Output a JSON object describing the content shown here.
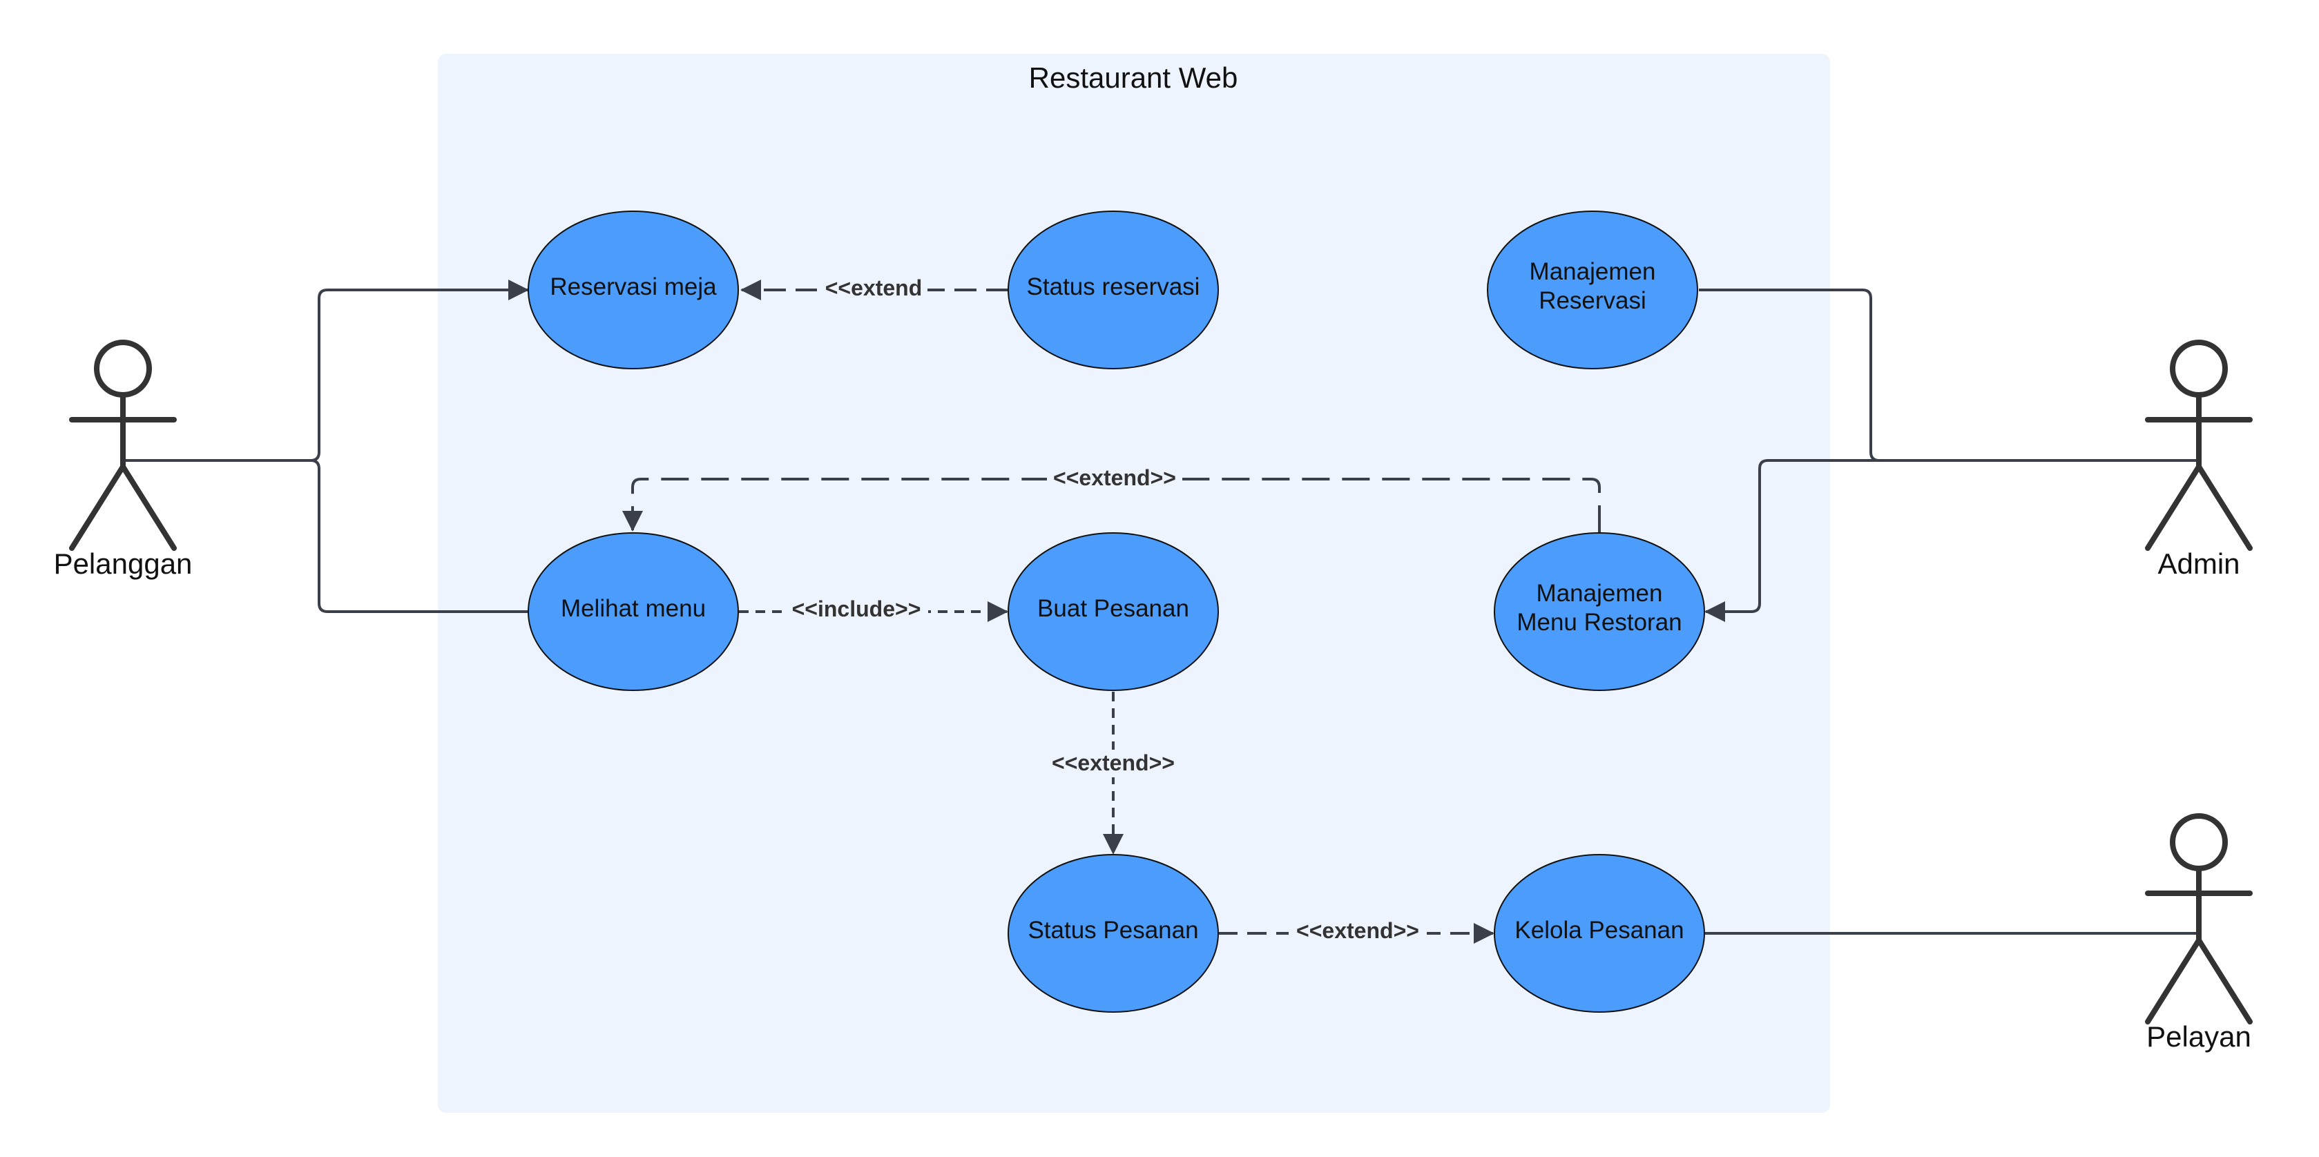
{
  "system": {
    "title": "Restaurant Web"
  },
  "actors": {
    "pelanggan": "Pelanggan",
    "admin": "Admin",
    "pelayan": "Pelayan"
  },
  "use_cases": {
    "reservasi_meja": [
      "Reservasi meja"
    ],
    "status_reservasi": [
      "Status reservasi"
    ],
    "manajemen_reservasi": [
      "Manajemen",
      "Reservasi"
    ],
    "melihat_menu": [
      "Melihat menu"
    ],
    "buat_pesanan": [
      "Buat Pesanan"
    ],
    "manajemen_menu_restoran": [
      "Manajemen",
      "Menu Restoran"
    ],
    "status_pesanan": [
      "Status Pesanan"
    ],
    "kelola_pesanan": [
      "Kelola Pesanan"
    ]
  },
  "relations": {
    "status_reservasi_to_reservasi_meja": "<<extend",
    "manajemen_menu_to_melihat_menu": "<<extend>>",
    "melihat_menu_to_buat_pesanan": "<<include>>",
    "buat_pesanan_to_status_pesanan": "<<extend>>",
    "status_pesanan_to_kelola_pesanan": "<<extend>>"
  },
  "colors": {
    "system_fill": "#edf4fd",
    "use_case_fill": "#4c9cfb",
    "line": "#3a3f4a",
    "actor": "#333333"
  }
}
